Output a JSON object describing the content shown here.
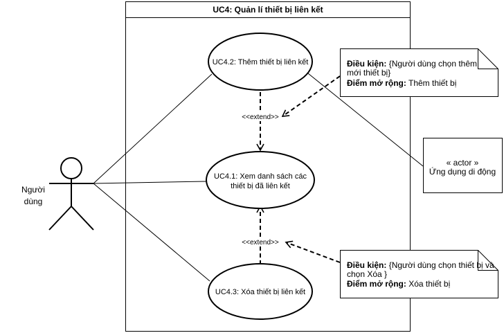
{
  "system": {
    "title": "UC4: Quản lí thiết bị liên kết"
  },
  "actors": {
    "user": {
      "name_line1": "Người",
      "name_line2": "dùng"
    },
    "external": {
      "stereotype": "« actor »",
      "name": "Ứng dụng di động"
    }
  },
  "use_cases": {
    "uc42": {
      "label": "UC4.2: Thêm thiết bị liên kết"
    },
    "uc41": {
      "label_line1": "UC4.1: Xem danh sách các",
      "label_line2": "thiết bị đã liên kết"
    },
    "uc43": {
      "label": "UC4.3: Xóa thiết bị liên kết"
    }
  },
  "relations": {
    "extend_top": "<<extend>>",
    "extend_bottom": "<<extend>>"
  },
  "notes": {
    "add": {
      "cond_key": "Điều kiện:",
      "cond_line1": " {Người dùng chọn thêm",
      "cond_line2": "mới thiết bị}",
      "ext_key": "Điểm mở rộng:",
      "ext_val": " Thêm thiết bị"
    },
    "delete": {
      "cond_key": "Điều kiện:",
      "cond_line1": " {Người dùng chọn thiết bị và",
      "cond_line2": "chọn Xóa }",
      "ext_key": "Điểm mở rộng:",
      "ext_val": " Xóa thiết bị"
    }
  }
}
